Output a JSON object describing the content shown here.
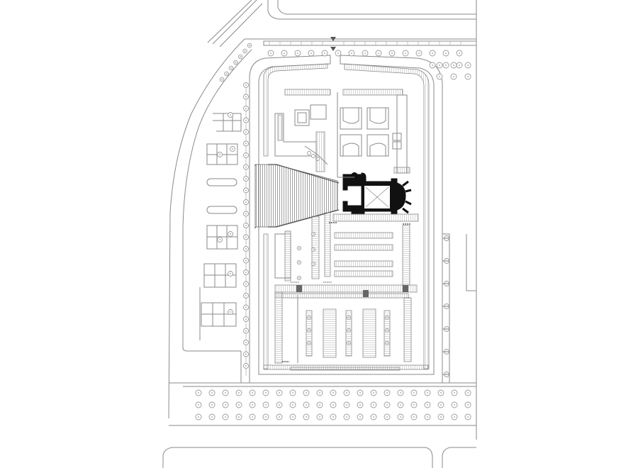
{
  "diagram": {
    "kind": "architectural-site-plan",
    "colors": {
      "background": "#ffffff",
      "line": "#8a8a8a",
      "ruin": "#111111"
    },
    "icons": [
      "tree-symbol",
      "north-entrance-marker",
      "ruined-church-footprint"
    ]
  }
}
